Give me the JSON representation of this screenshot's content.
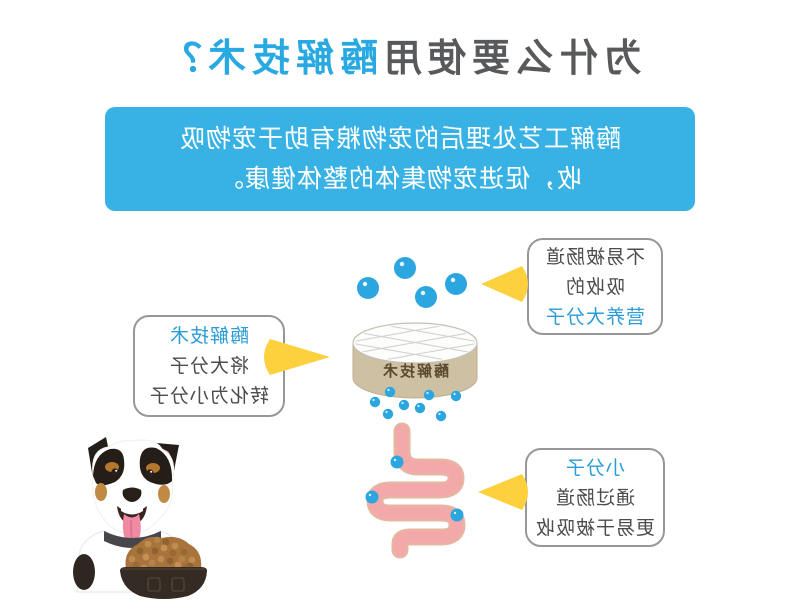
{
  "presentation": {
    "mirrored_horizontally": true,
    "background": "#ffffff"
  },
  "title": {
    "prefix": "为什么要使用",
    "highlight": "酶解技术",
    "question_mark": "？"
  },
  "banner": {
    "line1": "酶解工艺处理后的宠物粮有助于宠物吸",
    "line2": "收，促进宠物集体的整体健康。"
  },
  "callouts": {
    "enzyme": {
      "heading": "酶解技术",
      "line1": "将大分子",
      "line2": "转化为小分子"
    },
    "macromolecule": {
      "line1": "不易被肠道",
      "line2": "吸收的",
      "heading": "营养大分子"
    },
    "small_molecule": {
      "heading": "小分子",
      "line1": "通过肠道",
      "line2": "更易于被吸收"
    }
  },
  "cylinder": {
    "label": "酶解技术"
  },
  "colors": {
    "title_gray": "#58595b",
    "accent_blue": "#29a9e2",
    "banner_blue": "#38b2e4",
    "callout_heading_blue": "#2b9cd8",
    "arrow_yellow": "#fcd13d",
    "molecule_blue": "#2ba6e0",
    "cylinder_tan": "#cec0a3",
    "intestine_pink": "#f3a9a9"
  }
}
